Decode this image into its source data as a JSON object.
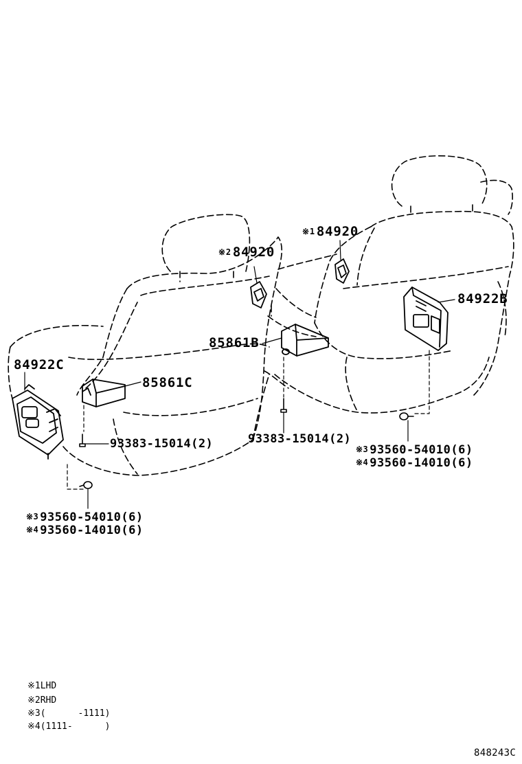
{
  "labels": {
    "p84922C": "84922C",
    "p85861C": "85861C",
    "p84920_rhd_mark": "※2",
    "p84920_rhd": "84920",
    "p84920_lhd_mark": "※1",
    "p84920_lhd": "84920",
    "p84922B": "84922B",
    "p85861B": "85861B",
    "bolt_left": "93383-15014(2)",
    "bolt_mid": "93383-15014(2)",
    "screw_right_a_mark": "※3",
    "screw_right_a": "93560-54010(6)",
    "screw_right_b_mark": "※4",
    "screw_right_b": "93560-14010(6)",
    "screw_left_a_mark": "※3",
    "screw_left_a": "93560-54010(6)",
    "screw_left_b_mark": "※4",
    "screw_left_b": "93560-14010(6)"
  },
  "notes": [
    {
      "mark": "※1",
      "text": "LHD"
    },
    {
      "mark": "※2",
      "text": "RHD"
    },
    {
      "mark": "※3",
      "text": "(      -1111)"
    },
    {
      "mark": "※4",
      "text": "(1111-      )"
    }
  ],
  "diagram_code": "848243C"
}
